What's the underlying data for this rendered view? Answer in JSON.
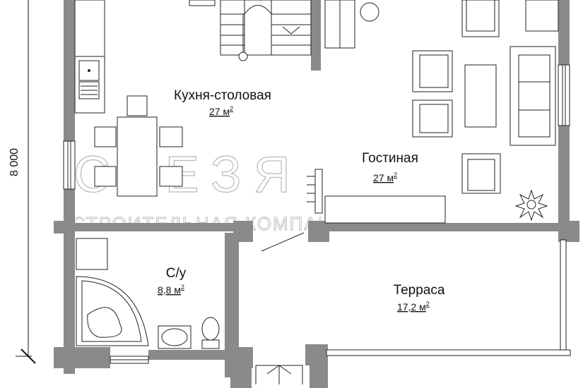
{
  "rooms": {
    "kitchen": {
      "name": "Кухня-столовая",
      "area": "27 м",
      "sup": "2"
    },
    "living": {
      "name": "Гостиная",
      "area": "27 м",
      "sup": "2"
    },
    "bathroom": {
      "name": "С/у",
      "area": "8,8 м",
      "sup": "2"
    },
    "terrace": {
      "name": "Терраса",
      "area": "17,2 м",
      "sup": "2"
    }
  },
  "dimension": {
    "height": "8 000"
  },
  "watermark": {
    "brand": "СТЕЗЯ",
    "tagline": "СТРОИТЕЛЬНАЯ КОМПАНИЯ"
  },
  "colors": {
    "wall": "#8a8a8a",
    "line": "#222222",
    "watermark": "#b8b8b8"
  }
}
